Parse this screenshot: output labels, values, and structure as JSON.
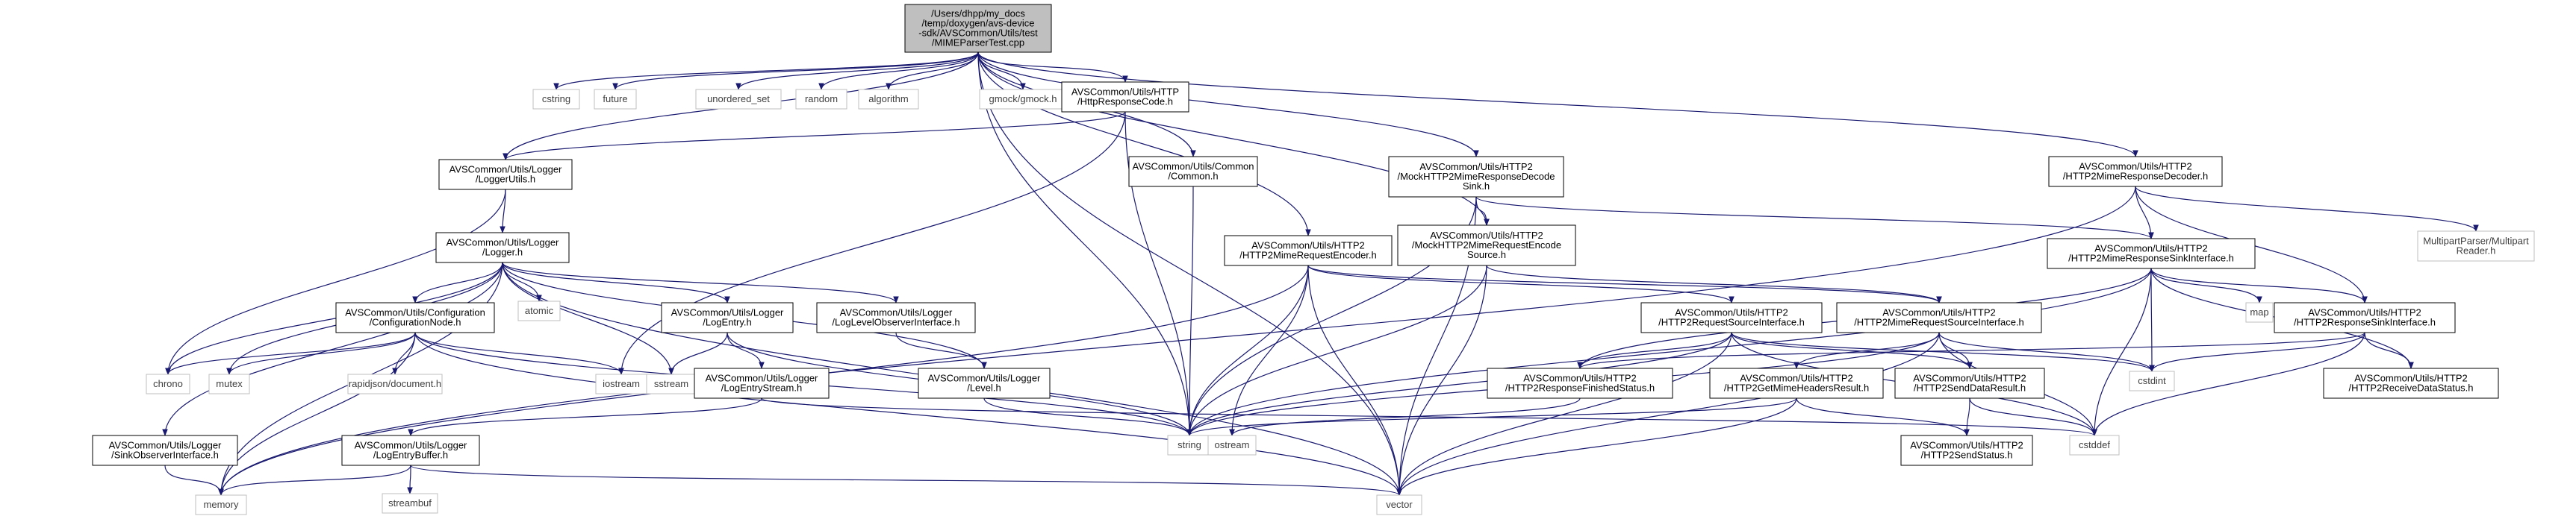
{
  "graph": {
    "colors": {
      "edge": "#191970",
      "node_border": "#000000",
      "external_border": "#bfbfbf",
      "external_text": "#3f3f3f",
      "root_fill": "#bfbfbf",
      "node_fill": "#ffffff",
      "text": "#000000"
    },
    "nodes": [
      {
        "id": "root",
        "kind": "root",
        "lines": [
          "/Users/dhpp/my_docs",
          "/temp/doxygen/avs-device",
          "-sdk/AVSCommon/Utils/test",
          "/MIMEParserTest.cpp"
        ]
      },
      {
        "id": "cstring",
        "kind": "external",
        "lines": [
          "cstring"
        ]
      },
      {
        "id": "future",
        "kind": "external",
        "lines": [
          "future"
        ]
      },
      {
        "id": "unordered_set",
        "kind": "external",
        "lines": [
          "unordered_set"
        ]
      },
      {
        "id": "random",
        "kind": "external",
        "lines": [
          "random"
        ]
      },
      {
        "id": "algorithm",
        "kind": "external",
        "lines": [
          "algorithm"
        ]
      },
      {
        "id": "gmock",
        "kind": "external",
        "lines": [
          "gmock/gmock.h"
        ]
      },
      {
        "id": "HttpResponseCode",
        "kind": "node",
        "lines": [
          "AVSCommon/Utils/HTTP",
          "/HttpResponseCode.h"
        ]
      },
      {
        "id": "CommonH",
        "kind": "node",
        "lines": [
          "AVSCommon/Utils/Common",
          "/Common.h"
        ]
      },
      {
        "id": "MockDecodeSink",
        "kind": "node",
        "lines": [
          "AVSCommon/Utils/HTTP2",
          "/MockHTTP2MimeResponseDecode",
          "Sink.h"
        ]
      },
      {
        "id": "MimeResponseDecoder",
        "kind": "node",
        "lines": [
          "AVSCommon/Utils/HTTP2",
          "/HTTP2MimeResponseDecoder.h"
        ]
      },
      {
        "id": "LoggerUtils",
        "kind": "node",
        "lines": [
          "AVSCommon/Utils/Logger",
          "/LoggerUtils.h"
        ]
      },
      {
        "id": "MultipartReader",
        "kind": "external",
        "lines": [
          "MultipartParser/Multipart",
          "Reader.h"
        ]
      },
      {
        "id": "LoggerH",
        "kind": "node",
        "lines": [
          "AVSCommon/Utils/Logger",
          "/Logger.h"
        ]
      },
      {
        "id": "MimeRequestEncoder",
        "kind": "node",
        "lines": [
          "AVSCommon/Utils/HTTP2",
          "/HTTP2MimeRequestEncoder.h"
        ]
      },
      {
        "id": "MockEncodeSource",
        "kind": "node",
        "lines": [
          "AVSCommon/Utils/HTTP2",
          "/MockHTTP2MimeRequestEncode",
          "Source.h"
        ]
      },
      {
        "id": "MimeResponseSinkIface",
        "kind": "node",
        "lines": [
          "AVSCommon/Utils/HTTP2",
          "/HTTP2MimeResponseSinkInterface.h"
        ]
      },
      {
        "id": "ConfigurationNode",
        "kind": "node",
        "lines": [
          "AVSCommon/Utils/Configuration",
          "/ConfigurationNode.h"
        ]
      },
      {
        "id": "atomic",
        "kind": "external",
        "lines": [
          "atomic"
        ]
      },
      {
        "id": "LogEntry",
        "kind": "node",
        "lines": [
          "AVSCommon/Utils/Logger",
          "/LogEntry.h"
        ]
      },
      {
        "id": "LogLevelObserver",
        "kind": "node",
        "lines": [
          "AVSCommon/Utils/Logger",
          "/LogLevelObserverInterface.h"
        ]
      },
      {
        "id": "RequestSourceIface",
        "kind": "node",
        "lines": [
          "AVSCommon/Utils/HTTP2",
          "/HTTP2RequestSourceInterface.h"
        ]
      },
      {
        "id": "MimeRequestSourceIface",
        "kind": "node",
        "lines": [
          "AVSCommon/Utils/HTTP2",
          "/HTTP2MimeRequestSourceInterface.h"
        ]
      },
      {
        "id": "map",
        "kind": "external",
        "lines": [
          "map"
        ]
      },
      {
        "id": "ResponseSinkIface",
        "kind": "node",
        "lines": [
          "AVSCommon/Utils/HTTP2",
          "/HTTP2ResponseSinkInterface.h"
        ]
      },
      {
        "id": "chrono",
        "kind": "external",
        "lines": [
          "chrono"
        ]
      },
      {
        "id": "mutex",
        "kind": "external",
        "lines": [
          "mutex"
        ]
      },
      {
        "id": "rapidjson",
        "kind": "external",
        "lines": [
          "rapidjson/document.h"
        ]
      },
      {
        "id": "iostream",
        "kind": "external",
        "lines": [
          "iostream"
        ]
      },
      {
        "id": "sstream",
        "kind": "external",
        "lines": [
          "sstream"
        ]
      },
      {
        "id": "LogEntryStream",
        "kind": "node",
        "lines": [
          "AVSCommon/Utils/Logger",
          "/LogEntryStream.h"
        ]
      },
      {
        "id": "LevelH",
        "kind": "node",
        "lines": [
          "AVSCommon/Utils/Logger",
          "/Level.h"
        ]
      },
      {
        "id": "ResponseFinishedStatus",
        "kind": "node",
        "lines": [
          "AVSCommon/Utils/HTTP2",
          "/HTTP2ResponseFinishedStatus.h"
        ]
      },
      {
        "id": "GetMimeHeadersResult",
        "kind": "node",
        "lines": [
          "AVSCommon/Utils/HTTP2",
          "/HTTP2GetMimeHeadersResult.h"
        ]
      },
      {
        "id": "SendDataResult",
        "kind": "node",
        "lines": [
          "AVSCommon/Utils/HTTP2",
          "/HTTP2SendDataResult.h"
        ]
      },
      {
        "id": "cstdint",
        "kind": "external",
        "lines": [
          "cstdint"
        ]
      },
      {
        "id": "ReceiveDataStatus",
        "kind": "node",
        "lines": [
          "AVSCommon/Utils/HTTP2",
          "/HTTP2ReceiveDataStatus.h"
        ]
      },
      {
        "id": "SinkObserver",
        "kind": "node",
        "lines": [
          "AVSCommon/Utils/Logger",
          "/SinkObserverInterface.h"
        ]
      },
      {
        "id": "string",
        "kind": "external",
        "lines": [
          "string"
        ]
      },
      {
        "id": "ostream",
        "kind": "external",
        "lines": [
          "ostream"
        ]
      },
      {
        "id": "cstddef",
        "kind": "external",
        "lines": [
          "cstddef"
        ]
      },
      {
        "id": "LogEntryBuffer",
        "kind": "node",
        "lines": [
          "AVSCommon/Utils/Logger",
          "/LogEntryBuffer.h"
        ]
      },
      {
        "id": "SendStatus",
        "kind": "node",
        "lines": [
          "AVSCommon/Utils/HTTP2",
          "/HTTP2SendStatus.h"
        ]
      },
      {
        "id": "memory",
        "kind": "external",
        "lines": [
          "memory"
        ]
      },
      {
        "id": "vector",
        "kind": "external",
        "lines": [
          "vector"
        ]
      },
      {
        "id": "streambuf",
        "kind": "external",
        "lines": [
          "streambuf"
        ]
      }
    ],
    "edges": [
      [
        "root",
        "cstring"
      ],
      [
        "root",
        "future"
      ],
      [
        "root",
        "unordered_set"
      ],
      [
        "root",
        "random"
      ],
      [
        "root",
        "algorithm"
      ],
      [
        "root",
        "gmock"
      ],
      [
        "root",
        "HttpResponseCode"
      ],
      [
        "root",
        "CommonH"
      ],
      [
        "root",
        "MockDecodeSink"
      ],
      [
        "root",
        "MimeResponseDecoder"
      ],
      [
        "root",
        "LoggerUtils"
      ],
      [
        "root",
        "MimeRequestEncoder"
      ],
      [
        "root",
        "MockEncodeSource"
      ],
      [
        "root",
        "string"
      ],
      [
        "root",
        "vector"
      ],
      [
        "HttpResponseCode",
        "LoggerUtils"
      ],
      [
        "HttpResponseCode",
        "string"
      ],
      [
        "HttpResponseCode",
        "iostream"
      ],
      [
        "CommonH",
        "string"
      ],
      [
        "MockDecodeSink",
        "MimeResponseSinkIface"
      ],
      [
        "MockDecodeSink",
        "MockEncodeSource"
      ],
      [
        "MockDecodeSink",
        "string"
      ],
      [
        "MockDecodeSink",
        "vector"
      ],
      [
        "MimeResponseDecoder",
        "MimeResponseSinkIface"
      ],
      [
        "MimeResponseDecoder",
        "ResponseSinkIface"
      ],
      [
        "MimeResponseDecoder",
        "MultipartReader"
      ],
      [
        "MimeResponseDecoder",
        "memory"
      ],
      [
        "LoggerUtils",
        "LoggerH"
      ],
      [
        "LoggerUtils",
        "chrono"
      ],
      [
        "LoggerH",
        "ConfigurationNode"
      ],
      [
        "LoggerH",
        "atomic"
      ],
      [
        "LoggerH",
        "LogEntry"
      ],
      [
        "LoggerH",
        "LogLevelObserver"
      ],
      [
        "LoggerH",
        "LevelH"
      ],
      [
        "LoggerH",
        "SinkObserver"
      ],
      [
        "LoggerH",
        "chrono"
      ],
      [
        "LoggerH",
        "mutex"
      ],
      [
        "LoggerH",
        "sstream"
      ],
      [
        "LoggerH",
        "vector"
      ],
      [
        "LoggerH",
        "memory"
      ],
      [
        "MimeRequestEncoder",
        "MimeRequestSourceIface"
      ],
      [
        "MimeRequestEncoder",
        "RequestSourceIface"
      ],
      [
        "MimeRequestEncoder",
        "string"
      ],
      [
        "MimeRequestEncoder",
        "ostream"
      ],
      [
        "MimeRequestEncoder",
        "vector"
      ],
      [
        "MimeRequestEncoder",
        "memory"
      ],
      [
        "MockEncodeSource",
        "MimeRequestSourceIface"
      ],
      [
        "MockEncodeSource",
        "string"
      ],
      [
        "MockEncodeSource",
        "vector"
      ],
      [
        "MimeResponseSinkIface",
        "ResponseSinkIface"
      ],
      [
        "MimeResponseSinkIface",
        "map"
      ],
      [
        "MimeResponseSinkIface",
        "cstdint"
      ],
      [
        "MimeResponseSinkIface",
        "ResponseFinishedStatus"
      ],
      [
        "MimeResponseSinkIface",
        "ReceiveDataStatus"
      ],
      [
        "MimeResponseSinkIface",
        "string"
      ],
      [
        "MimeResponseSinkIface",
        "cstddef"
      ],
      [
        "ConfigurationNode",
        "chrono"
      ],
      [
        "ConfigurationNode",
        "mutex"
      ],
      [
        "ConfigurationNode",
        "rapidjson"
      ],
      [
        "ConfigurationNode",
        "iostream"
      ],
      [
        "ConfigurationNode",
        "string"
      ],
      [
        "ConfigurationNode",
        "vector"
      ],
      [
        "ConfigurationNode",
        "memory"
      ],
      [
        "LogEntry",
        "LogEntryStream"
      ],
      [
        "LogEntry",
        "sstream"
      ],
      [
        "LogEntry",
        "string"
      ],
      [
        "LogLevelObserver",
        "LevelH"
      ],
      [
        "RequestSourceIface",
        "ResponseFinishedStatus"
      ],
      [
        "RequestSourceIface",
        "SendDataResult"
      ],
      [
        "RequestSourceIface",
        "string"
      ],
      [
        "RequestSourceIface",
        "cstdint"
      ],
      [
        "RequestSourceIface",
        "cstddef"
      ],
      [
        "RequestSourceIface",
        "vector"
      ],
      [
        "MimeRequestSourceIface",
        "GetMimeHeadersResult"
      ],
      [
        "MimeRequestSourceIface",
        "SendDataResult"
      ],
      [
        "MimeRequestSourceIface",
        "cstdint"
      ],
      [
        "MimeRequestSourceIface",
        "cstddef"
      ],
      [
        "MimeRequestSourceIface",
        "string"
      ],
      [
        "MimeRequestSourceIface",
        "vector"
      ],
      [
        "ResponseSinkIface",
        "ResponseFinishedStatus"
      ],
      [
        "ResponseSinkIface",
        "ReceiveDataStatus"
      ],
      [
        "ResponseSinkIface",
        "cstdint"
      ],
      [
        "ResponseSinkIface",
        "cstddef"
      ],
      [
        "LogEntryStream",
        "LogEntryBuffer"
      ],
      [
        "LogEntryStream",
        "cstddef"
      ],
      [
        "LevelH",
        "string"
      ],
      [
        "ResponseFinishedStatus",
        "ostream"
      ],
      [
        "GetMimeHeadersResult",
        "SendStatus"
      ],
      [
        "GetMimeHeadersResult",
        "string"
      ],
      [
        "GetMimeHeadersResult",
        "vector"
      ],
      [
        "SendDataResult",
        "SendStatus"
      ],
      [
        "SendDataResult",
        "cstddef"
      ],
      [
        "SinkObserver",
        "memory"
      ],
      [
        "LogEntryBuffer",
        "memory"
      ],
      [
        "LogEntryBuffer",
        "streambuf"
      ],
      [
        "LogEntryBuffer",
        "vector"
      ]
    ]
  }
}
